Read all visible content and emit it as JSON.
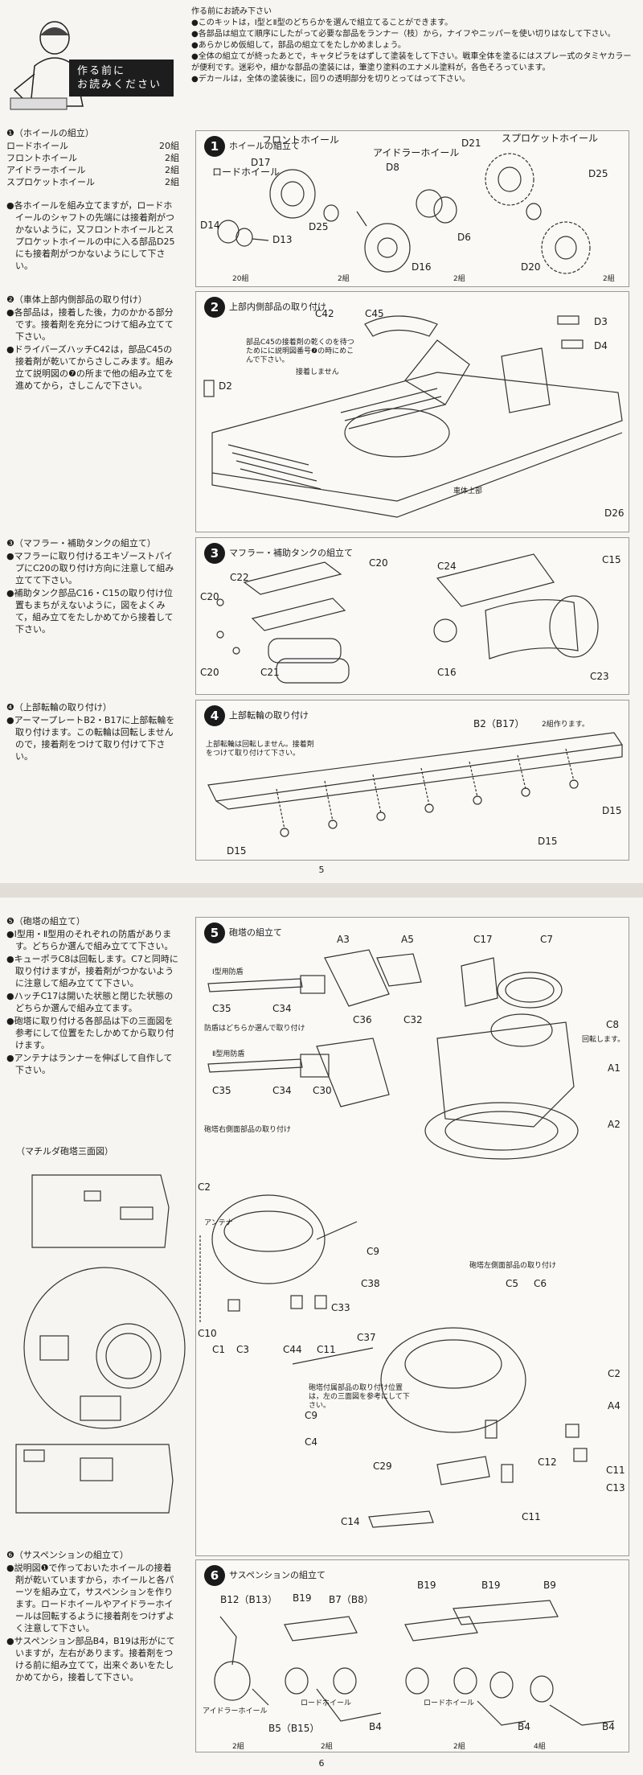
{
  "intro": {
    "title": "作る前にお読み下さい",
    "items": [
      "●このキットは，Ⅰ型とⅡ型のどちらかを選んで組立てることができます。",
      "●各部品は組立て順序にしたがって必要な部品をランナー（枝）から，ナイフやニッパーを使い切りはなして下さい。",
      "●あらかじめ仮組して，部品の組立てをたしかめましょう。",
      "●全体の組立てが終ったあとで，キャタピラをはずして塗装をして下さい。戦車全体を塗るにはスプレー式のタミヤカラーが便利です。迷彩や，細かな部品の塗装には，筆塗り塗料のエナメル塗料が，各色そろっています。",
      "●デカールは，全体の塗装後に，回りの透明部分を切りとってはって下さい。"
    ]
  },
  "header_label": [
    "作る前に",
    "お読みください"
  ],
  "page1": {
    "number": "5",
    "sec1": {
      "title": "❶（ホイールの組立）",
      "parts": [
        {
          "name": "ロードホイール",
          "qty": "20組"
        },
        {
          "name": "フロントホイール",
          "qty": "2組"
        },
        {
          "name": "アイドラーホイール",
          "qty": "2組"
        },
        {
          "name": "スプロケットホイール",
          "qty": "2組"
        }
      ],
      "notes": [
        "●各ホイールを組み立てますが，ロードホイールのシャフトの先端には接着剤がつかないように，又フロントホイールとスプロケットホイールの中に入る部品D25にも接着剤がつかないようにして下さい。"
      ]
    },
    "sec2": {
      "title": "❷（車体上部内側部品の取り付け）",
      "notes": [
        "●各部品は，接着した後，力のかかる部分です。接着剤を充分につけて組み立てて下さい。",
        "●ドライバーズハッチC42は，部品C45の接着剤が乾いてからさしこみます。組み立て説明図の❼の所まで他の組み立てを進めてから，さしこんで下さい。"
      ]
    },
    "sec3": {
      "title": "❸（マフラー・補助タンクの組立て）",
      "notes": [
        "●マフラーに取り付けるエキゾーストパイプにC20の取り付け方向に注意して組み立てて下さい。",
        "●補助タンク部品C16・C15の取り付け位置もまちがえないように，図をよくみて，組み立てをたしかめてから接着して下さい。"
      ]
    },
    "sec4": {
      "title": "❹（上部転輪の取り付け）",
      "notes": [
        "●アーマープレートB2・B17に上部転輪を取り付けます。この転輪は回転しませんので，接着剤をつけて取り付けて下さい。"
      ]
    },
    "step1": {
      "num": "1",
      "title": "ホイールの組立て",
      "labels": {
        "front_wheel": "フロントホイール",
        "sprocket_wheel": "スプロケットホイール",
        "idler_wheel": "アイドラーホイール",
        "road_wheel": "ロードホイール",
        "d17": "D17",
        "d8": "D8",
        "d21": "D21",
        "d25a": "D25",
        "d25b": "D25",
        "d14": "D14",
        "d13": "D13",
        "d6": "D6",
        "d16": "D16",
        "d20": "D20",
        "q20": "20組",
        "q2a": "2組",
        "q2b": "2組",
        "q2c": "2組"
      }
    },
    "step2": {
      "num": "2",
      "title": "上部内側部品の取り付け",
      "labels": {
        "c42": "C42",
        "c45": "C45",
        "d3": "D3",
        "d4": "D4",
        "d2": "D2",
        "d26": "D26",
        "note": "部品C45の接着剤の乾くのを待つためにに説明図番号❼の時にめこんで下さい。",
        "no_glue": "接着しません",
        "hull": "車体上部"
      }
    },
    "step3": {
      "num": "3",
      "title": "マフラー・補助タンクの組立て",
      "labels": {
        "c22": "C22",
        "c20a": "C20",
        "c20b": "C20",
        "c20c": "C20",
        "c21": "C21",
        "c24": "C24",
        "c15": "C15",
        "c16": "C16",
        "c23": "C23"
      }
    },
    "step4": {
      "num": "4",
      "title": "上部転輪の取り付け",
      "labels": {
        "b2": "B2（B17）",
        "b2q": "2組作ります。",
        "note": "上部転輪は回転しません。接着剤をつけて取り付けて下さい。",
        "d15a": "D15",
        "d15b": "D15",
        "d15c": "D15"
      }
    }
  },
  "page2": {
    "number": "6",
    "sec5": {
      "title": "❺（砲塔の組立て）",
      "notes": [
        "●Ⅰ型用・Ⅱ型用のそれぞれの防盾があります。どちらか選んで組み立てて下さい。",
        "●キューポラC8は回転します。C7と同時に取り付けますが，接着剤がつかないように注意して組み立てて下さい。",
        "●ハッチC17は開いた状態と閉じた状態のどちらか選んで組み立てます。",
        "●砲塔に取り付ける各部品は下の三面図を参考にして位置をたしかめてから取り付けます。",
        "●アンテナはランナーを伸ばして自作して下さい。"
      ]
    },
    "three_view_title": "（マチルダ砲塔三面図）",
    "sec6": {
      "title": "❻（サスペンションの組立て）",
      "notes": [
        "●説明図❶で作っておいたホイールの接着剤が乾いていますから，ホイールと各パーツを組み立て，サスペンションを作ります。ロードホイールやアイドラーホイールは回転するように接着剤をつけずよく注意して下さい。",
        "●サスペンション部品B4，B19は形がにていますが，左右があります。接着剤をつける前に組み立てて，出来ぐあいをたしかめてから，接着して下さい。"
      ]
    },
    "step5": {
      "num": "5",
      "title": "砲塔の組立て",
      "labels": {
        "a3": "A3",
        "a5": "A5",
        "c17": "C17",
        "c7": "C7",
        "c8": "C8",
        "rotate": "回転します。",
        "type1": "Ⅰ型用防盾",
        "type2": "Ⅱ型用防盾",
        "c35a": "C35",
        "c34a": "C34",
        "c35b": "C35",
        "c34b": "C34",
        "choose": "防盾はどちらか選んで取り付け",
        "c36": "C36",
        "c32": "C32",
        "c30": "C30",
        "a1": "A1",
        "a2": "A2",
        "right_side": "砲塔右側面部品の取り付け",
        "c2a": "C2",
        "antenna": "アンテナ",
        "c9a": "C9",
        "c38": "C38",
        "left_side": "砲塔左側面部品の取り付け",
        "c10": "C10",
        "c1": "C1",
        "c3": "C3",
        "c44": "C44",
        "c11a": "C11",
        "c33": "C33",
        "c37": "C37",
        "c5": "C5",
        "c6": "C6",
        "c2b": "C2",
        "a4": "A4",
        "c9b": "C9",
        "c4": "C4",
        "c29": "C29",
        "c12": "C12",
        "c11b": "C11",
        "c13": "C13",
        "c11c": "C11",
        "c14": "C14",
        "position_note": "砲塔付属部品の取り付け位置は，左の三面図を参考にして下さい。"
      }
    },
    "step6": {
      "num": "6",
      "title": "サスペンションの組立て",
      "labels": {
        "b12": "B12（B13）",
        "b19a": "B19",
        "b7": "B7（B8）",
        "b19b": "B19",
        "b19c": "B19",
        "b9": "B9",
        "idler": "アイドラーホイール",
        "road1": "ロードホイール",
        "road2": "ロードホイール",
        "b5": "B5（B15）",
        "b4a": "B4",
        "b4b": "B4",
        "b4c": "B4",
        "q2a": "2組",
        "q2b": "2組",
        "q2c": "2組",
        "q4": "4組"
      }
    }
  }
}
